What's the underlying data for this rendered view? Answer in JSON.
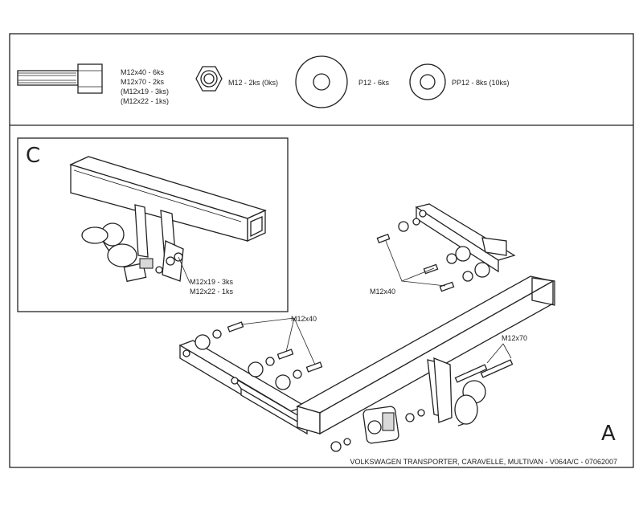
{
  "parts": {
    "bolt": {
      "lines": [
        "M12x40 - 6ks",
        "M12x70 - 2ks",
        "(M12x19 - 3ks)",
        "(M12x22 - 1ks)"
      ]
    },
    "nut": {
      "label": "M12 - 2ks (0ks)"
    },
    "washer": {
      "label": "P12 - 6ks"
    },
    "spring_washer": {
      "label": "PP12 - 8ks (10ks)"
    }
  },
  "detail_c": {
    "letter": "C",
    "callout_lines": [
      "M12x19 - 3ks",
      "M12x22 - 1ks"
    ]
  },
  "main": {
    "letter": "A",
    "callout_top": "M12x40",
    "callout_left": "M12x40",
    "callout_right": "M12x70"
  },
  "footer": "VOLKSWAGEN TRANSPORTER, CARAVELLE, MULTIVAN - V064A/C - 07062007"
}
